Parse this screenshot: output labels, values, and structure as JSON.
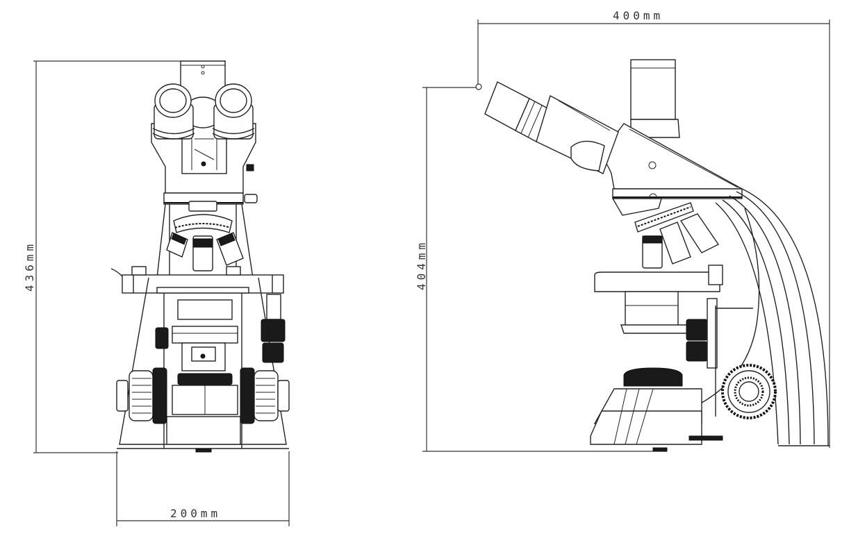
{
  "figure": {
    "subject": "Microscope dimension drawing",
    "views": [
      {
        "name": "front-view",
        "label": ""
      },
      {
        "name": "side-view",
        "label": ""
      }
    ]
  },
  "dimensions": {
    "front_height": "436mm",
    "front_width": "200mm",
    "side_height": "404mm",
    "side_depth": "400mm"
  },
  "colors": {
    "line": "#222222",
    "background": "#ffffff",
    "dimension": "#333333"
  }
}
